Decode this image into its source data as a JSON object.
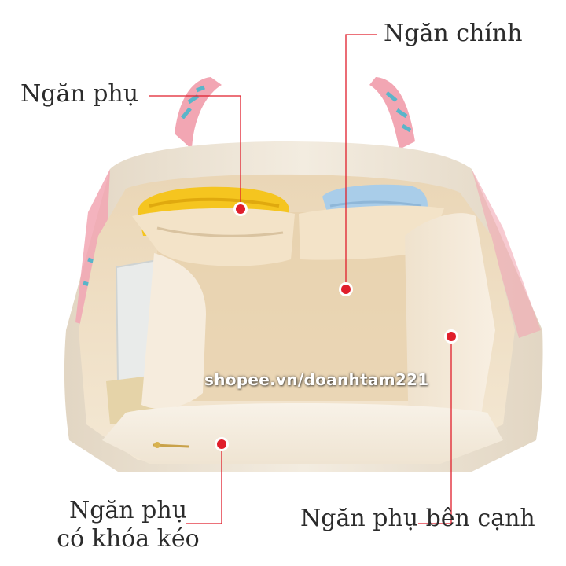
{
  "labels": {
    "main": "Ngăn chính",
    "aux": "Ngăn phụ",
    "zip_line1": "Ngăn phụ",
    "zip_line2": "có khóa kéo",
    "side": "Ngăn phụ bên cạnh"
  },
  "watermark": "shopee.vn/doanhtam221",
  "colors": {
    "callout": "#e01e2b",
    "label_text": "#2b2b2b",
    "bag_lining": "#f1e3cc",
    "bag_rim": "#efe5d3",
    "strap_pink": "#f2a6b3",
    "towel_yellow": "#f5c51f",
    "towel_blue": "#a9cde9"
  }
}
